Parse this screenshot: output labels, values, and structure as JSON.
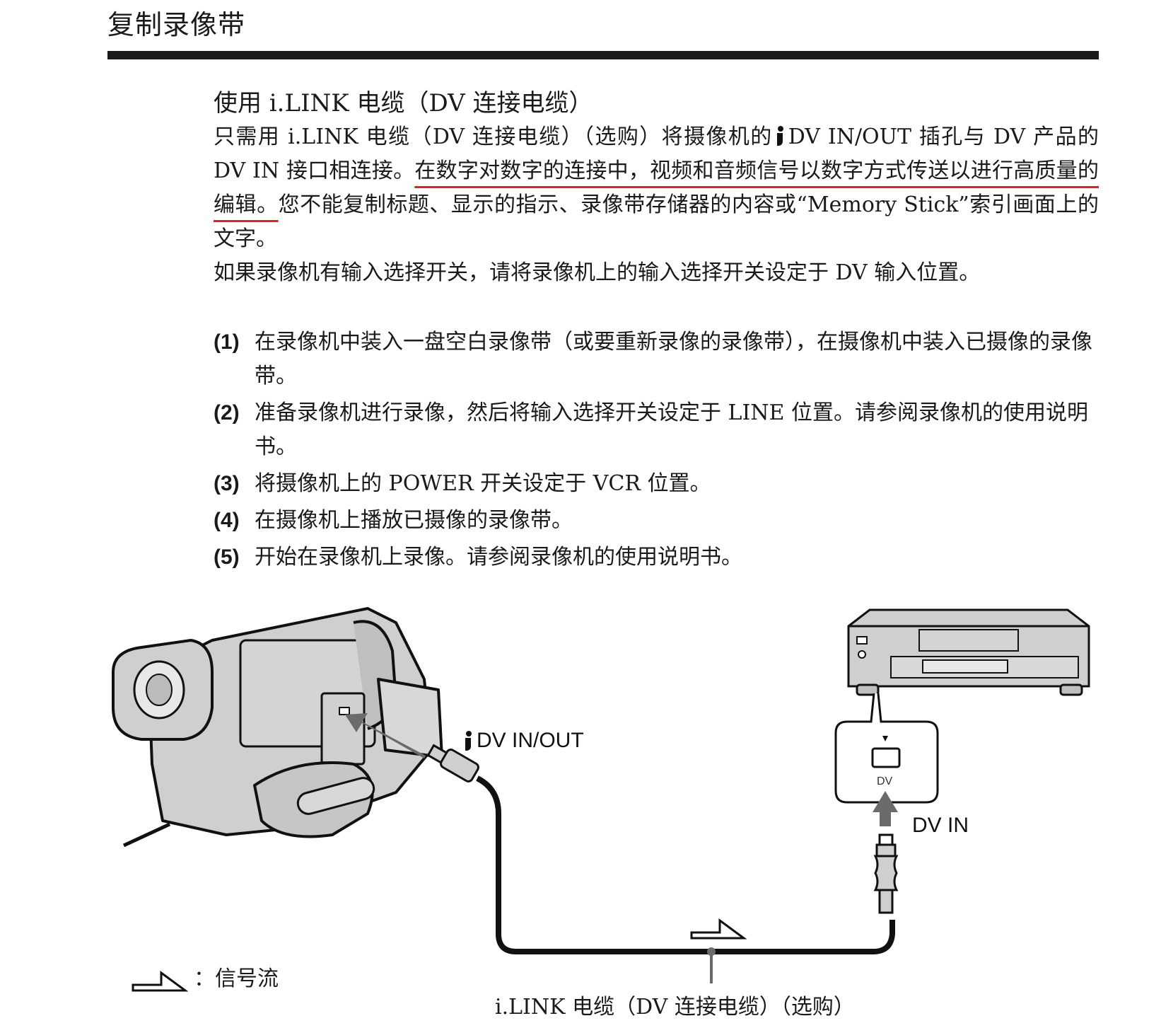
{
  "page": {
    "title": "复制录像带"
  },
  "section": {
    "heading": "使用 i.LINK 电缆（DV 连接电缆）",
    "para1": {
      "part_a": "只需用 i.LINK 电缆（DV 连接电缆）（选购）将摄像机的",
      "part_b": "DV IN/OUT 插孔与 DV 产品的 DV IN 接口相连接。",
      "underlined": "在数字对数字的连接中，视频和音频信号以数字方式传送以进行高质量的编辑。",
      "part_c": "您不能复制标题、显示的指示、录像带存储器的内容或“Memory Stick”索引画面上的文字。"
    },
    "para2": "如果录像机有输入选择开关，请将录像机上的输入选择开关设定于 DV 输入位置。",
    "underline_color": "#e0202a"
  },
  "steps": [
    {
      "num": "(1)",
      "text": "在录像机中装入一盘空白录像带（或要重新录像的录像带），在摄像机中装入已摄像的录像带。"
    },
    {
      "num": "(2)",
      "text": "准备录像机进行录像，然后将输入选择开关设定于 LINE 位置。请参阅录像机的使用说明书。"
    },
    {
      "num": "(3)",
      "text": "将摄像机上的 POWER 开关设定于 VCR 位置。"
    },
    {
      "num": "(4)",
      "text": "在摄像机上播放已摄像的录像带。"
    },
    {
      "num": "(5)",
      "text": "开始在录像机上录像。请参阅录像机的使用说明书。"
    }
  ],
  "diagram": {
    "camcorder_port_label": "DV IN/OUT",
    "vcr_port_label": "DV IN",
    "vcr_port_marking": "DV",
    "cable_caption": "i.LINK 电缆（DV 连接电缆）（选购）",
    "legend_text": "：信号流",
    "device_fill": "#cfcfcf",
    "arrow_color": "#6b6b6b"
  }
}
